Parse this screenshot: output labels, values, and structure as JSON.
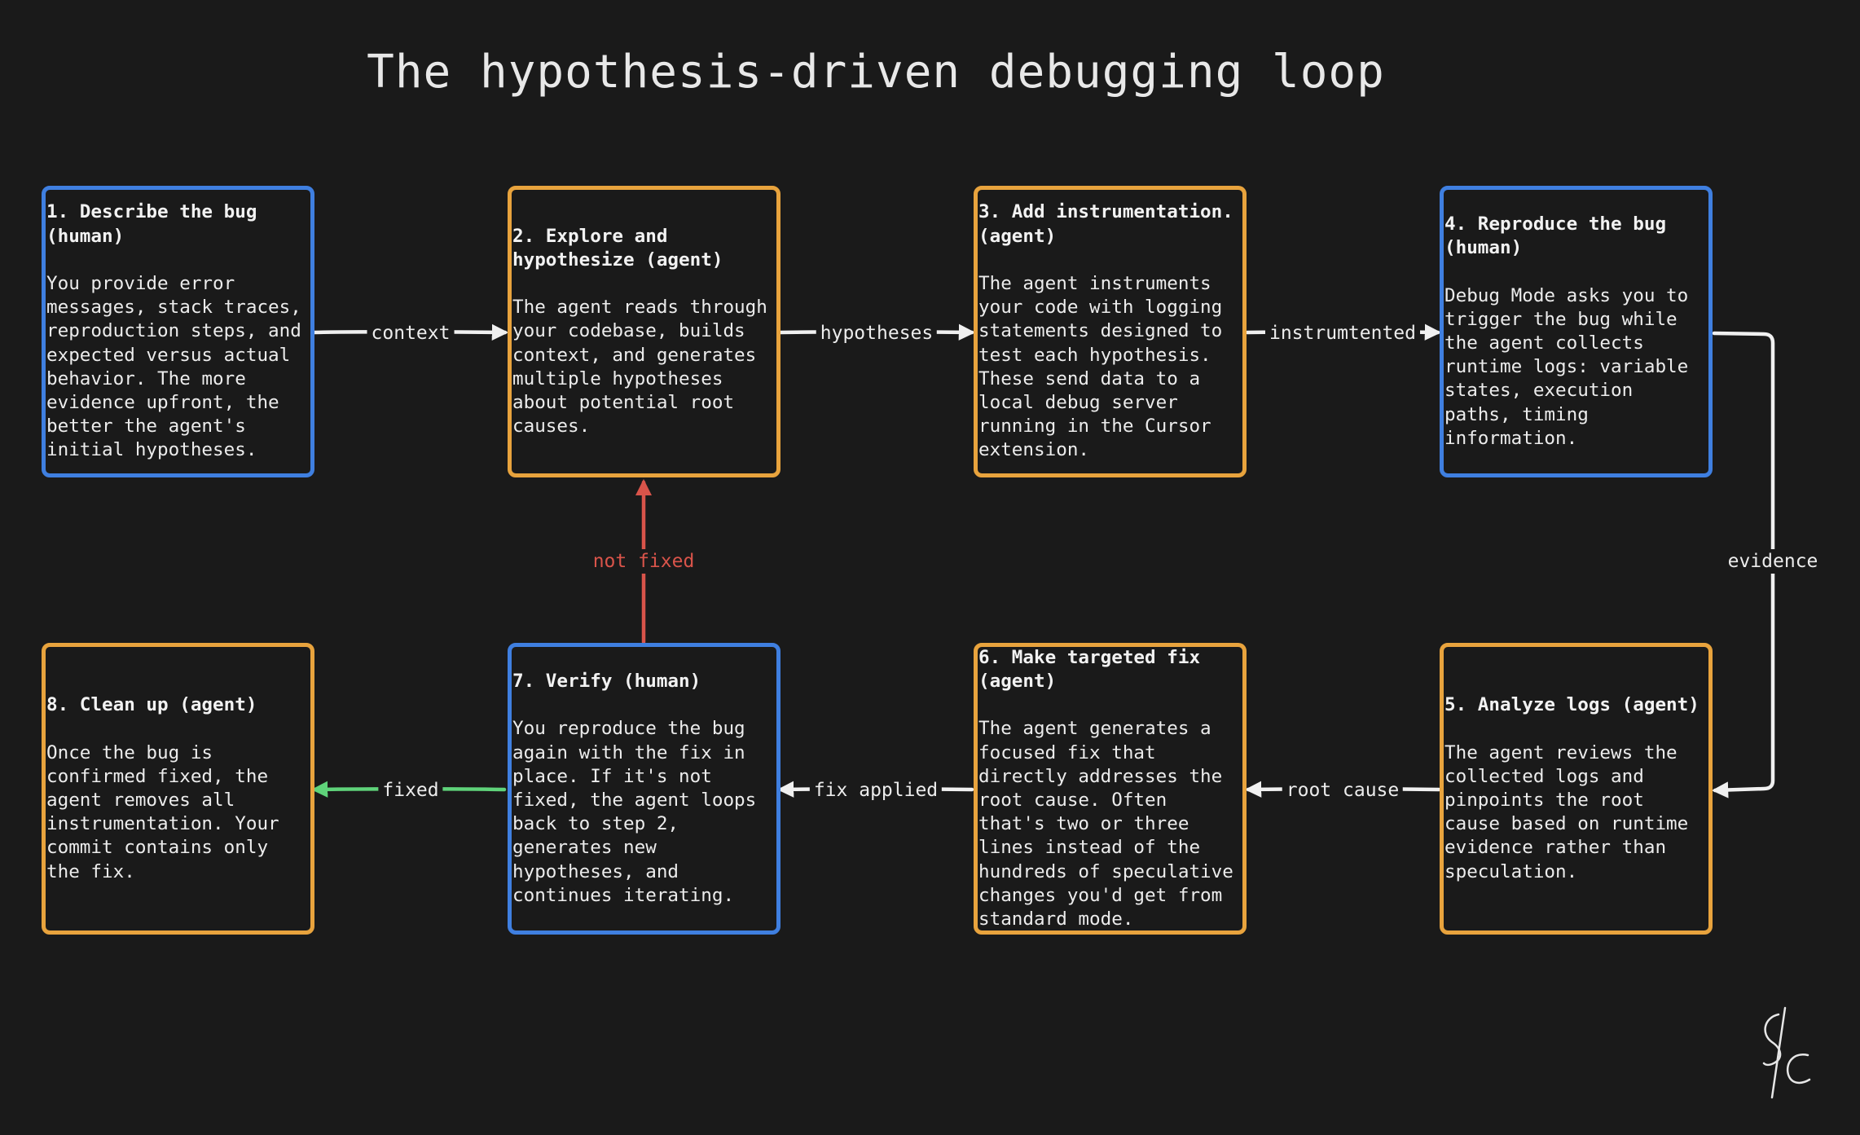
{
  "title": "The hypothesis-driven debugging loop",
  "colors": {
    "background": "#1a1a1a",
    "agent_border": "#e8a33d",
    "human_border": "#3f7fe0",
    "arrow_default": "#f0f0f0",
    "arrow_not_fixed": "#d9544a",
    "arrow_fixed": "#5fd37a"
  },
  "steps": [
    {
      "id": 1,
      "actor": "human",
      "title": "1. Describe the bug\n(human)",
      "body": "You provide error\nmessages, stack traces,\nreproduction steps, and\nexpected versus actual\nbehavior. The more\nevidence upfront, the\nbetter the agent's\ninitial hypotheses."
    },
    {
      "id": 2,
      "actor": "agent",
      "title": "2. Explore and\nhypothesize (agent)",
      "body": "The agent reads through\nyour codebase, builds\ncontext, and generates\nmultiple hypotheses\nabout potential root\ncauses."
    },
    {
      "id": 3,
      "actor": "agent",
      "title": "3. Add instrumentation.\n(agent)",
      "body": "The agent instruments\nyour code with logging\nstatements designed to\ntest each hypothesis.\nThese send data to a\nlocal debug server\nrunning in the Cursor\nextension."
    },
    {
      "id": 4,
      "actor": "human",
      "title": "4. Reproduce the bug\n(human)",
      "body": "Debug Mode asks you to\ntrigger the bug while\nthe agent collects\nruntime logs: variable\nstates, execution\npaths, timing\ninformation."
    },
    {
      "id": 5,
      "actor": "agent",
      "title": "5. Analyze logs (agent)",
      "body": "The agent reviews the\ncollected logs and\npinpoints the root\ncause based on runtime\nevidence rather than\nspeculation."
    },
    {
      "id": 6,
      "actor": "agent",
      "title": "6. Make targeted fix\n(agent)",
      "body": "The agent generates a\nfocused fix that\ndirectly addresses the\nroot cause. Often\nthat's two or three\nlines instead of the\nhundreds of speculative\nchanges you'd get from\nstandard mode."
    },
    {
      "id": 7,
      "actor": "human",
      "title": "7. Verify (human)",
      "body": "You reproduce the bug\nagain with the fix in\nplace. If it's not\nfixed, the agent loops\nback to step 2,\ngenerates new\nhypotheses, and\ncontinues iterating."
    },
    {
      "id": 8,
      "actor": "agent",
      "title": "8. Clean up (agent)",
      "body": "Once the bug is\nconfirmed fixed, the\nagent removes all\ninstrumentation. Your\ncommit contains only\nthe fix."
    }
  ],
  "edges": [
    {
      "from": 1,
      "to": 2,
      "label": "context"
    },
    {
      "from": 2,
      "to": 3,
      "label": "hypotheses"
    },
    {
      "from": 3,
      "to": 4,
      "label": "instrumtented"
    },
    {
      "from": 4,
      "to": 5,
      "label": "evidence"
    },
    {
      "from": 5,
      "to": 6,
      "label": "root cause"
    },
    {
      "from": 6,
      "to": 7,
      "label": "fix applied"
    },
    {
      "from": 7,
      "to": 2,
      "label": "not fixed"
    },
    {
      "from": 7,
      "to": 8,
      "label": "fixed"
    }
  ]
}
